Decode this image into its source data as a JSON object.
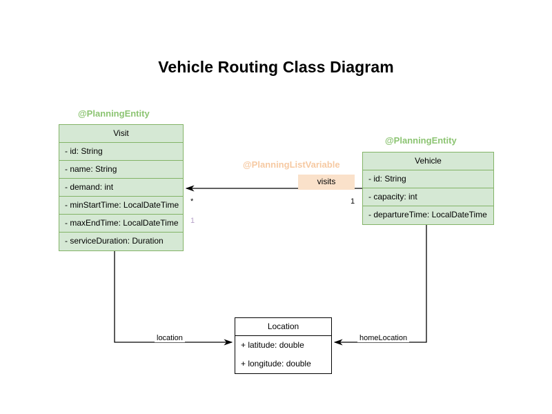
{
  "diagram": {
    "title": "Vehicle Routing Class Diagram",
    "type": "uml-class-diagram"
  },
  "annotations": [
    {
      "id": "visit-stereotype",
      "text": "@PlanningEntity",
      "color": "#8cc472"
    },
    {
      "id": "vehicle-stereotype",
      "text": "@PlanningEntity",
      "color": "#8cc472"
    },
    {
      "id": "visits-stereotype",
      "text": "@PlanningListVariable",
      "color": "#f6c9a2"
    }
  ],
  "classes": [
    {
      "id": "visit",
      "name": "Visit",
      "fill": "#d5e8d4",
      "stroke": "#82b366",
      "attributes": [
        "- id: String",
        "- name: String",
        "- demand: int",
        "- minStartTime: LocalDateTime",
        "- maxEndTime: LocalDateTime",
        "- serviceDuration: Duration"
      ]
    },
    {
      "id": "vehicle",
      "name": "Vehicle",
      "fill": "#d5e8d4",
      "stroke": "#82b366",
      "attributes": [
        "- id: String",
        "- capacity: int",
        "- departureTime: LocalDateTime"
      ]
    },
    {
      "id": "location",
      "name": "Location",
      "fill": "#ffffff",
      "stroke": "#000000",
      "attributes": [
        "+ latitude: double",
        "+ longitude: double"
      ]
    }
  ],
  "relationships": [
    {
      "id": "vehicle-visits",
      "label": "visits",
      "from": "vehicle",
      "to": "visit",
      "source_multiplicity": "1",
      "target_multiplicity": "*",
      "extra_multiplicity": "1"
    },
    {
      "id": "visit-location",
      "label": "location",
      "from": "visit",
      "to": "location"
    },
    {
      "id": "vehicle-homelocation",
      "label": "homeLocation",
      "from": "vehicle",
      "to": "location"
    }
  ],
  "colors": {
    "entity_fill": "#d5e8d4",
    "entity_stroke": "#82b366",
    "badge_fill": "#fae1ca",
    "annotation_green": "#8cc472",
    "annotation_peach": "#f6c9a2",
    "multiplicity_muted": "#b5a0c8",
    "line": "#000000",
    "background": "#ffffff"
  }
}
